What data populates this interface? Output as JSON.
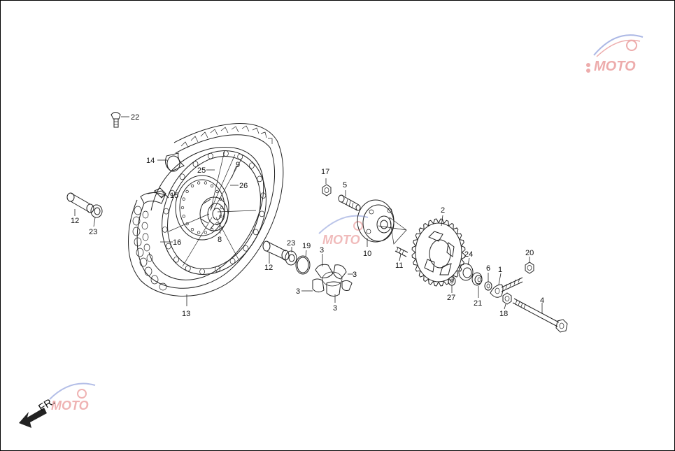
{
  "diagram": {
    "labels": {
      "p1": "1",
      "p2": "2",
      "p3a": "3",
      "p3b": "3",
      "p3c": "3",
      "p3d": "3",
      "p4": "4",
      "p5": "5",
      "p6": "6",
      "p8": "8",
      "p9": "9",
      "p10": "10",
      "p11": "11",
      "p12a": "12",
      "p12b": "12",
      "p13": "13",
      "p14": "14",
      "p15": "15",
      "p16": "16",
      "p17": "17",
      "p18": "18",
      "p19": "19",
      "p20": "20",
      "p21": "21",
      "p22": "22",
      "p23a": "23",
      "p23b": "23",
      "p24": "24",
      "p25": "25",
      "p26": "26",
      "p27": "27"
    },
    "front_indicator": "FR.",
    "watermark": {
      "text": "MOTO",
      "colors": {
        "primary": "#e06a6a",
        "secondary": "#6a7fd0"
      }
    }
  }
}
